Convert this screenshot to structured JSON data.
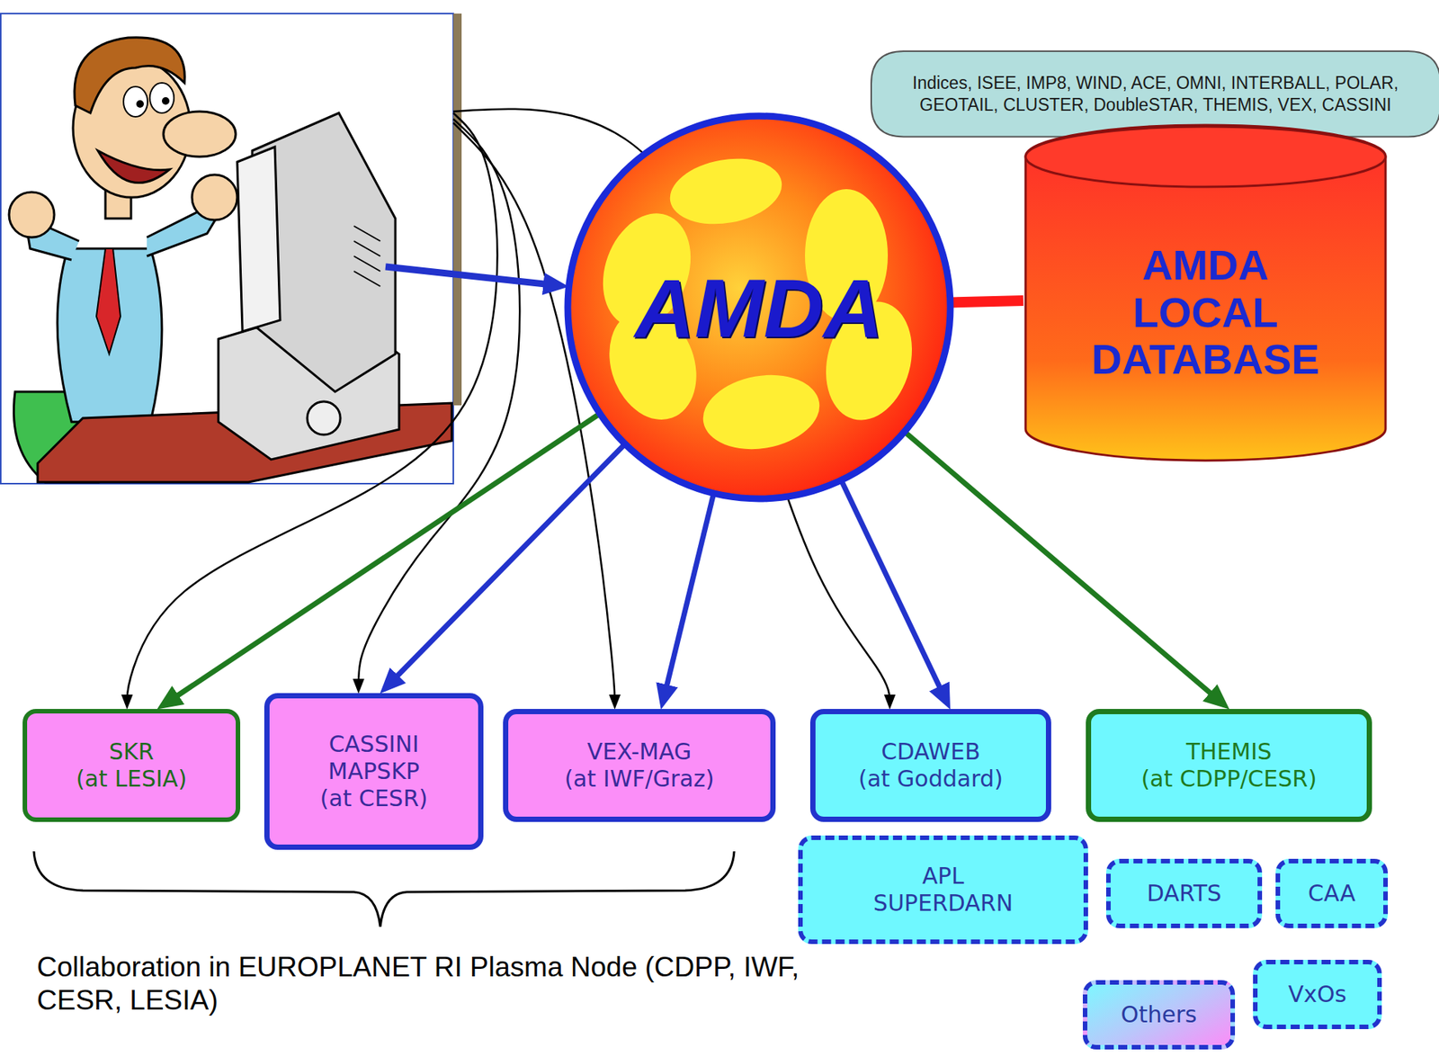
{
  "diagram": {
    "nodes": [
      {
        "text": [
          "Indices, ISEE, IMP8, WIND, ACE, OMNI, INTERBALL, POLAR, GEOTAIL, CLUSTER, DoubleSTAR, THEMIS, VEX, CASSINI"
        ]
      },
      {
        "text": [
          "AMDA"
        ]
      },
      {
        "text": [
          "AMDA LOCAL DATABASE"
        ]
      },
      {
        "text": [
          "SKR",
          "(at LESIA)"
        ]
      },
      {
        "text": [
          "CASSINI MAPSKP",
          "(at CESR)"
        ]
      },
      {
        "text": [
          "VEX-MAG",
          "(at IWF/Graz)"
        ]
      },
      {
        "text": [
          "CDAWEB",
          "(at Goddard)"
        ]
      },
      {
        "text": [
          "THEMIS",
          "(at CDPP/CESR)"
        ]
      },
      {
        "text": [
          "APL SUPERDARN"
        ]
      },
      {
        "text": [
          "DARTS"
        ]
      },
      {
        "text": [
          "CAA"
        ]
      },
      {
        "text": [
          "Others"
        ]
      },
      {
        "text": [
          "VxOs"
        ]
      }
    ],
    "edges": [
      {
        "from": 1,
        "to": 3,
        "arrow": "to"
      },
      {
        "from": 1,
        "to": 4,
        "arrow": "to"
      },
      {
        "from": 1,
        "to": 5,
        "arrow": "to"
      },
      {
        "from": 1,
        "to": 6,
        "arrow": "to"
      },
      {
        "from": 1,
        "to": 7,
        "arrow": "to"
      },
      {
        "from": 1,
        "to": 2,
        "arrow": "none"
      }
    ],
    "labels": [
      "Collaboration in EUROPLANET RI Plasma Node (CDPP, IWF, CESR, LESIA)"
    ]
  }
}
